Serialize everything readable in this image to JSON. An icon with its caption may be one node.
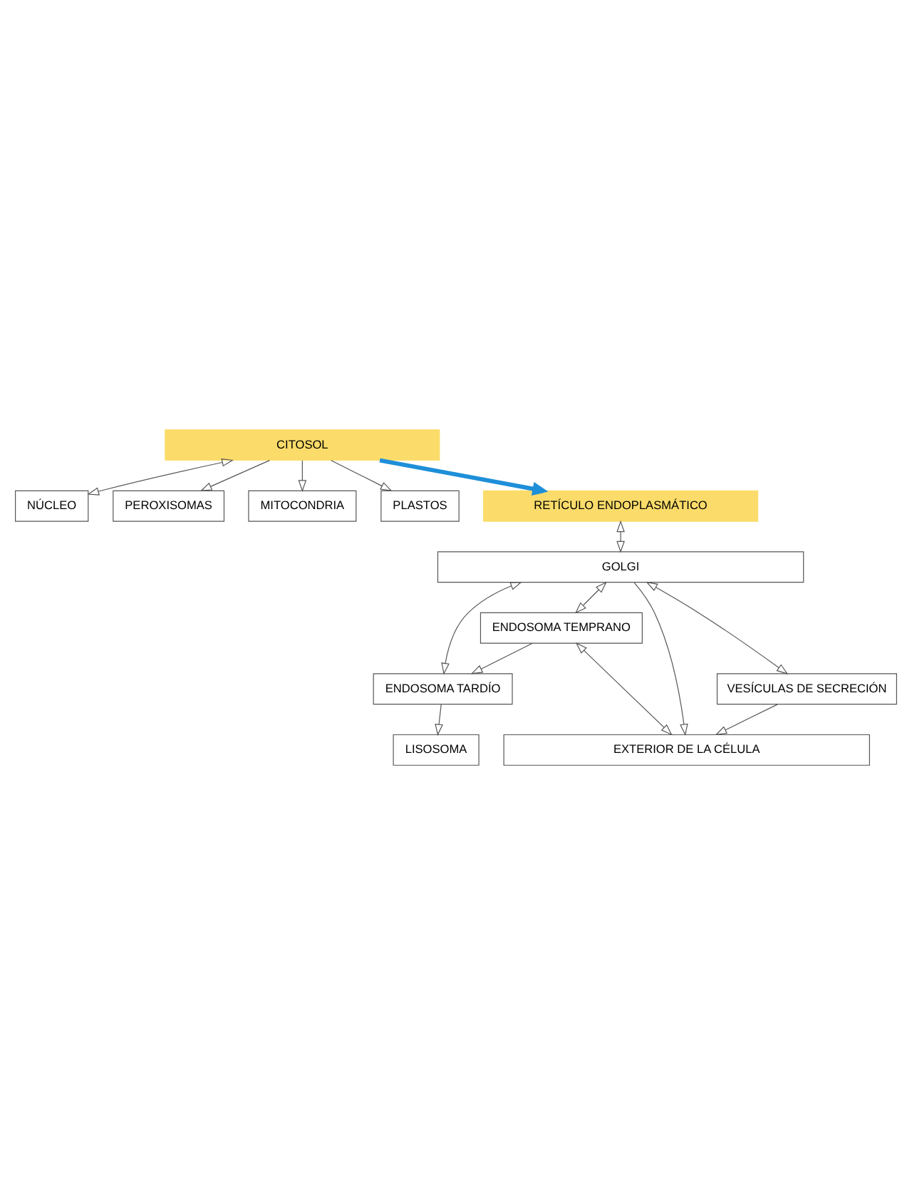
{
  "diagram": {
    "nodes": [
      {
        "text": [
          "CITOSOL"
        ]
      },
      {
        "text": [
          "NÚCLEO"
        ]
      },
      {
        "text": [
          "PEROXISOMAS"
        ]
      },
      {
        "text": [
          "MITOCONDRIA"
        ]
      },
      {
        "text": [
          "PLASTOS"
        ]
      },
      {
        "text": [
          "RETÍCULO ENDOPLASMÁTICO"
        ]
      },
      {
        "text": [
          "GOLGI"
        ]
      },
      {
        "text": [
          "ENDOSOMA TARDÍO"
        ]
      },
      {
        "text": [
          "VESÍCULAS DE SECRECIÓN"
        ]
      },
      {
        "text": [
          "LISOSOMA"
        ]
      },
      {
        "text": [
          "ENDOSOMA TEMPRANO"
        ]
      },
      {
        "text": [
          "EXTERIOR DE LA CÉLULA"
        ]
      }
    ],
    "edges": [
      {
        "from": 0,
        "to": 1,
        "arrow": "both"
      },
      {
        "from": 0,
        "to": 3,
        "arrow": "to"
      },
      {
        "from": 0,
        "to": 4,
        "arrow": "to"
      },
      {
        "from": 0,
        "to": 2,
        "arrow": "to"
      },
      {
        "from": 0,
        "to": 5,
        "arrow": "to",
        "style": "thick",
        "color": "#1e8fd9"
      },
      {
        "from": 5,
        "to": 6,
        "arrow": "both"
      },
      {
        "from": 6,
        "to": 7,
        "arrow": "both"
      },
      {
        "from": 6,
        "to": 10,
        "arrow": "both"
      },
      {
        "from": 6,
        "to": 11,
        "arrow": "to"
      },
      {
        "from": 6,
        "to": 8,
        "arrow": "both"
      },
      {
        "from": 7,
        "to": 9,
        "arrow": "to"
      },
      {
        "from": 10,
        "to": 7,
        "arrow": "to"
      },
      {
        "from": 8,
        "to": 11,
        "arrow": "to"
      },
      {
        "from": 10,
        "to": 11,
        "arrow": "both"
      }
    ]
  }
}
